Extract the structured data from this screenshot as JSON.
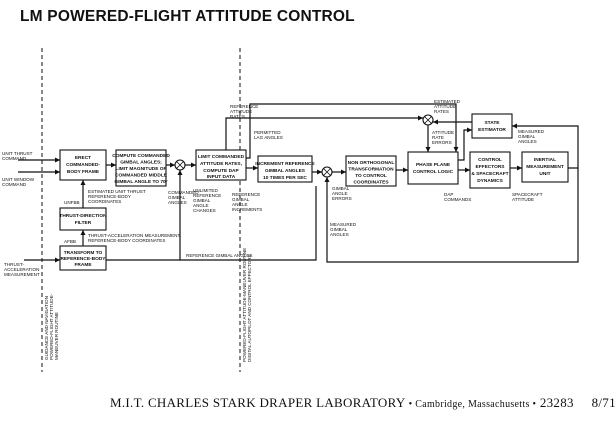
{
  "title": "LM POWERED-FLIGHT ATTITUDE CONTROL",
  "footer": {
    "lab": "M.I.T. CHARLES STARK DRAPER LABORATORY",
    "location": "• Cambridge, Massachusetts •",
    "number": "23283",
    "date": "8/71"
  },
  "blocks": {
    "erect": [
      "ERECT",
      "COMMANDED-",
      "BODY FRAME"
    ],
    "thrust_filter": [
      "THRUST-DIRECTION",
      "FILTER"
    ],
    "transform": [
      "TRANSFORM TO",
      "REFERENCE-BODY",
      "FRAME"
    ],
    "compute_gimbal": [
      "COMPUTE COMMANDED",
      "GIMBAL ANGLES;",
      "LIMIT MAGNITUDE OF",
      "COMMANDED MIDDLE",
      "GIMBAL ANGLE TO 70°"
    ],
    "limit_rates": [
      "LIMIT COMMANDED",
      "ATTITUDE RATES,",
      "COMPUTE DAP",
      "INPUT DATA"
    ],
    "increment_ref": [
      "INCREMENT REFERENCE",
      "GIMBAL ANGLES",
      "10 TIMES PER SEC"
    ],
    "nonorth": [
      "NON ORTHOGONAL",
      "TRANSFORMATION",
      "TO CONTROL",
      "COORDINATES"
    ],
    "phase_plane": [
      "PHASE PLANE",
      "CONTROL LOGIC"
    ],
    "state_est": [
      "STATE",
      "ESTIMATOR"
    ],
    "control_eff": [
      "CONTROL",
      "EFFECTORS",
      "& SPACECRAFT",
      "DYNAMICS"
    ],
    "imu": [
      "INERTIAL",
      "MEASUREMENT",
      "UNIT"
    ]
  },
  "labels": {
    "unit_thrust_cmd": [
      "UNIT THRUST",
      "COMMAND"
    ],
    "unit_window_cmd": [
      "UNIT WINDOW",
      "COMMAND"
    ],
    "unfbb": "UNFBB",
    "est_unit_thrust": [
      "ESTIMATED UNIT THRUST",
      "REFERENCE-BODY",
      "COORDINATES"
    ],
    "afbb": "AFBB",
    "thrust_accel_meas_ref": [
      "THRUST-ACCELERATION MEASUREMENT,",
      "REFERENCE-BODY COORDINATES"
    ],
    "thrust_accel_meas": [
      "THRUST-",
      "ACCELERATION",
      "MEASUREMENT"
    ],
    "commanded_gimbal": [
      "COMMANDED",
      "GIMBAL",
      "ANGLES"
    ],
    "unlimited_ref": [
      "UNLIMITED",
      "REFERENCE",
      "GIMBAL",
      "ANGLE",
      "CHANGES"
    ],
    "ref_attitude_rates": [
      "REFERENCE",
      "ATTITUDE",
      "RATES"
    ],
    "permitted_lag": [
      "PERMITTED",
      "LAG ANGLES"
    ],
    "ref_gimbal_increments": [
      "REFERENCE",
      "GIMBAL",
      "ANGLE",
      "INCREMENTS"
    ],
    "gimbal_angle_errors": [
      "GIMBAL",
      "ANGLE",
      "ERRORS"
    ],
    "measured_gimbal_left": [
      "MEASURED",
      "GIMBAL",
      "ANGLES"
    ],
    "est_attitude_rates": [
      "ESTIMATED",
      "ATTITUDE",
      "RATES"
    ],
    "attitude_rate_errors": [
      "ATTITUDE",
      "RATE",
      "ERRORS"
    ],
    "measured_gimbal_right": [
      "MEASURED",
      "GIMBAL",
      "ANGLES"
    ],
    "dap_commands": [
      "DAP",
      "COMMANDS"
    ],
    "spacecraft_attitude": [
      "SPACECRAFT",
      "ATTITUDE"
    ],
    "reference_gimbal_angles": "REFERENCE GIMBAL ANGLES",
    "routine_guidance": [
      "GUIDANCE AND NAVIGATION",
      "POWERED-FLIGHT ATTITUDE-",
      "MANEUVER ROUTINE"
    ],
    "routine_maneuver": [
      "POWERED-FLIGHT ATTITUDE-MANEUVER ROUTINE",
      "DIGITAL AUTOPILOT AND CONTROL EFFECTORS"
    ]
  }
}
